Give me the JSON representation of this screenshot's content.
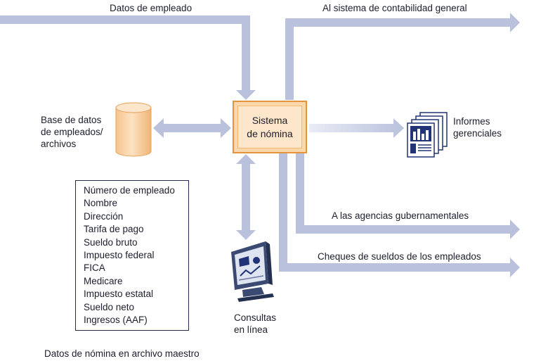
{
  "labels": {
    "employee_data": "Datos de empleado",
    "accounting": "Al sistema de contabilidad general",
    "database": [
      "Base de datos",
      "de empleados/",
      "archivos"
    ],
    "system": [
      "Sistema",
      "de nómina"
    ],
    "reports": [
      "Informes",
      "gerenciales"
    ],
    "agencies": "A las agencias gubernamentales",
    "checks": "Cheques de sueldos de los empleados",
    "inquiries": [
      "Consultas",
      "en línea"
    ],
    "master_file_caption": "Datos de nómina en archivo maestro"
  },
  "master_file_fields": [
    "Número de empleado",
    "Nombre",
    "Dirección",
    "Tarifa de pago",
    "Sueldo bruto",
    "Impuesto federal",
    "FICA",
    "Medicare",
    "Impuesto estatal",
    "Sueldo neto",
    "Ingresos (AAF)"
  ],
  "colors": {
    "arrow": "#b9c1dc",
    "box_fill": "#fbd8ab",
    "box_border": "#e3953d",
    "cylinder": "#f9d3a5",
    "report_icon": "#223377"
  }
}
